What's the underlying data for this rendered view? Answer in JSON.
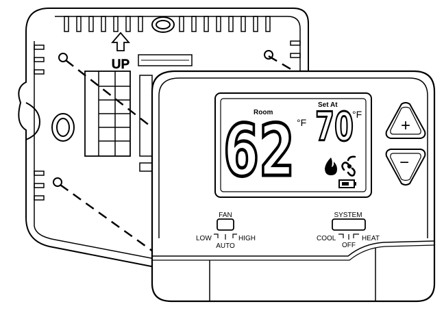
{
  "wallplate": {
    "up_label": "UP"
  },
  "display": {
    "room_label": "Room",
    "room_temp": "62",
    "room_unit": "°F",
    "setat_label": "Set At",
    "set_temp": "70",
    "set_unit": "°F"
  },
  "buttons": {
    "up_symbol": "+",
    "down_symbol": "−"
  },
  "fan_switch": {
    "title": "FAN",
    "low": "LOW",
    "auto": "AUTO",
    "high": "HIGH"
  },
  "system_switch": {
    "title": "SYSTEM",
    "cool": "COOL",
    "off": "OFF",
    "heat": "HEAT"
  }
}
